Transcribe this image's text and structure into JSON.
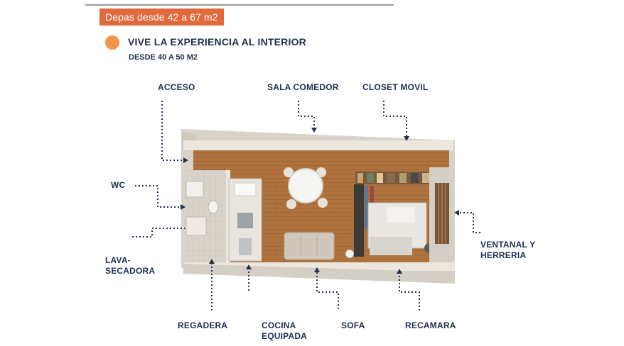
{
  "header": {
    "badge": "Depas desde 42 a 67 m2",
    "title": "VIVE LA EXPERIENCIA AL INTERIOR",
    "subtitle": "DESDE 40 A 50 M2"
  },
  "callouts": {
    "acceso": "ACCESO",
    "sala_comedor": "SALA COMEDOR",
    "closet_movil": "CLOSET MOVIL",
    "wc": "WC",
    "lava_secadora": "LAVA-\nSECADORA",
    "ventanal": "VENTANAL Y\nHERRERIA",
    "regadera": "REGADERA",
    "cocina": "COCINA\nEQUIPADA",
    "sofa": "SOFA",
    "recamara": "RECAMARA"
  },
  "colors": {
    "badge": "#e06a3d",
    "dot": "#f2954a",
    "navy": "#1f2e52",
    "floor": "#b0733e",
    "wall": "#e9e5dc"
  }
}
